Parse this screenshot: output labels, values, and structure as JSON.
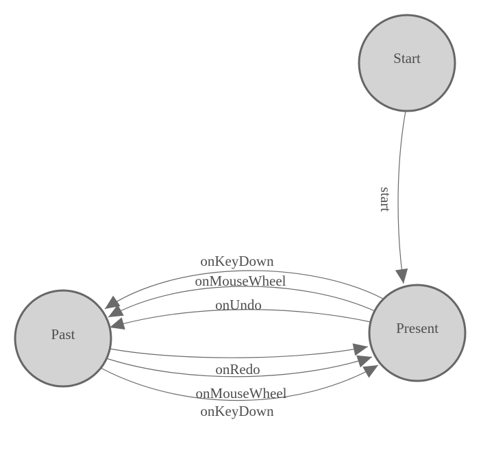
{
  "diagram": {
    "type": "state-machine",
    "background_color": "#ffffff",
    "node_fill_color": "#d3d3d3",
    "node_stroke_color": "#666666",
    "edge_color": "#6a6a6a",
    "arrow_color": "#6a6a6a",
    "label_color": "#4e4e4e"
  },
  "nodes": [
    {
      "id": "start",
      "label": "Start"
    },
    {
      "id": "present",
      "label": "Present"
    },
    {
      "id": "past",
      "label": "Past"
    }
  ],
  "edges": [
    {
      "from": "Start",
      "to": "Present",
      "label": "start"
    },
    {
      "from": "Present",
      "to": "Past",
      "label": "onKeyDown"
    },
    {
      "from": "Present",
      "to": "Past",
      "label": "onMouseWheel"
    },
    {
      "from": "Present",
      "to": "Past",
      "label": "onUndo"
    },
    {
      "from": "Past",
      "to": "Present",
      "label": "onRedo"
    },
    {
      "from": "Past",
      "to": "Present",
      "label": "onMouseWheel"
    },
    {
      "from": "Past",
      "to": "Present",
      "label": "onKeyDown"
    }
  ]
}
